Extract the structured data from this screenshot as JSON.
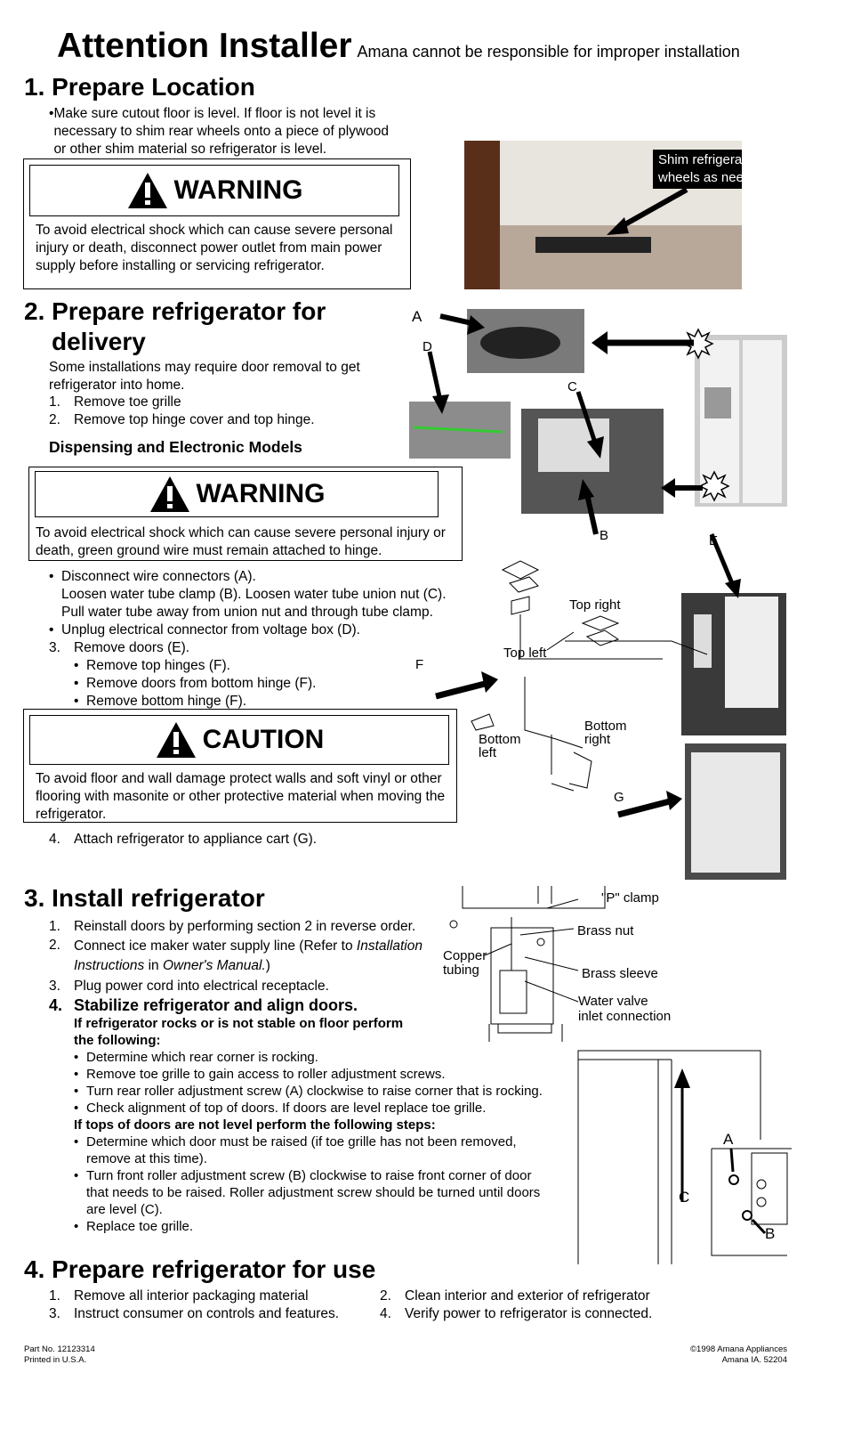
{
  "title": "Attention Installer",
  "subtitle": "Amana cannot be responsible for improper installation",
  "s1": {
    "heading": "1. Prepare Location",
    "bullet": "Make sure cutout floor is level. If floor is not level it is necessary to shim rear wheels onto a piece of plywood or other shim material so refrigerator is level.",
    "warning_word": "WARNING",
    "warning_text": "To avoid electrical shock which can cause severe personal injury or death, disconnect power outlet from main power supply before installing or servicing refrigerator.",
    "photo_callout": "Shim refrigerator wheels as needed"
  },
  "s2": {
    "heading_line1": "2. Prepare refrigerator for",
    "heading_line2": "delivery",
    "intro": "Some installations may require door removal to get refrigerator into home.",
    "steps": [
      "Remove toe grille",
      "Remove top hinge cover and top hinge."
    ],
    "step_nums": [
      "1.",
      "2."
    ],
    "subheading": "Dispensing and Electronic Models",
    "warning_word": "WARNING",
    "warning_text": "To avoid electrical shock which can cause severe personal injury or death, green ground wire must remain attached to hinge.",
    "bullet1_l1": "Disconnect wire connectors (A).",
    "bullet1_l2": "Loosen water tube clamp (B). Loosen water tube union nut (C).",
    "bullet1_l3": "Pull water tube away from union nut and through tube clamp.",
    "bullet2": "Unplug electrical connector from voltage box (D).",
    "step3_num": "3.",
    "step3": "Remove doors (E).",
    "sub_bullets": [
      "Remove top hinges (F).",
      "Remove doors from bottom hinge (F).",
      "Remove bottom hinge (F)."
    ],
    "caution_word": "CAUTION",
    "caution_text": "To avoid floor and wall damage protect walls and soft vinyl or other flooring with masonite or other protective material when moving the refrigerator.",
    "step4_num": "4.",
    "step4": "Attach refrigerator to appliance cart (G).",
    "labels": {
      "A": "A",
      "B": "B",
      "C": "C",
      "D": "D",
      "E": "E",
      "F": "F",
      "G": "G",
      "top_right": "Top right",
      "top_left": "Top left",
      "bottom_right_1": "Bottom",
      "bottom_right_2": "right",
      "bottom_left_1": "Bottom",
      "bottom_left_2": "left"
    }
  },
  "s3": {
    "heading": "3. Install refrigerator",
    "step1": "Reinstall doors by performing section 2 in reverse order.",
    "step2_a": "Connect ice maker water supply line (Refer to ",
    "step2_i1": "Installation",
    "step2_i2": "Instructions",
    "step2_b": " in ",
    "step2_i3": "Owner's Manual.",
    "step2_c": ")",
    "step3": "Plug power cord into electrical receptacle.",
    "step4": "Stabilize refrigerator and align doors.",
    "nums": [
      "1.",
      "2.",
      "3.",
      "4."
    ],
    "cond1_l1": "If refrigerator rocks or is not stable on floor perform",
    "cond1_l2": "the following:",
    "bullets1": [
      "Determine which rear corner is rocking.",
      "Remove toe grille to gain access to roller adjustment screws.",
      "Turn rear roller adjustment screw (A) clockwise to raise corner that is rocking.",
      "Check alignment of top of doors. If doors are level replace toe grille."
    ],
    "cond2": "If tops of doors are not level perform the following steps:",
    "bullets2": [
      "Determine which door must be raised (if toe grille has not been removed, remove at this time).",
      "Turn front roller adjustment screw (B) clockwise to raise front corner of door that needs to be raised. Roller adjustment screw should be turned until doors are level (C).",
      "Replace toe grille."
    ],
    "diagram_labels": {
      "p_clamp": "\"P\" clamp",
      "brass_nut": "Brass nut",
      "copper_1": "Copper",
      "copper_2": "tubing",
      "brass_sleeve": "Brass sleeve",
      "valve_1": "Water valve",
      "valve_2": "inlet connection",
      "A": "A",
      "B": "B",
      "C": "C"
    }
  },
  "s4": {
    "heading": "4. Prepare refrigerator for use",
    "nums": [
      "1.",
      "2.",
      "3.",
      "4."
    ],
    "items": [
      "Remove all interior packaging material",
      "Clean interior and exterior of refrigerator",
      "Instruct consumer on controls and features.",
      "Verify power to refrigerator is connected."
    ]
  },
  "footer": {
    "part_no": "Part No. 12123314",
    "printed": "Printed in U.S.A.",
    "copyright": "©1998 Amana Appliances",
    "address": "Amana IA. 52204"
  },
  "icons": {
    "warning": "warning-triangle-icon"
  }
}
